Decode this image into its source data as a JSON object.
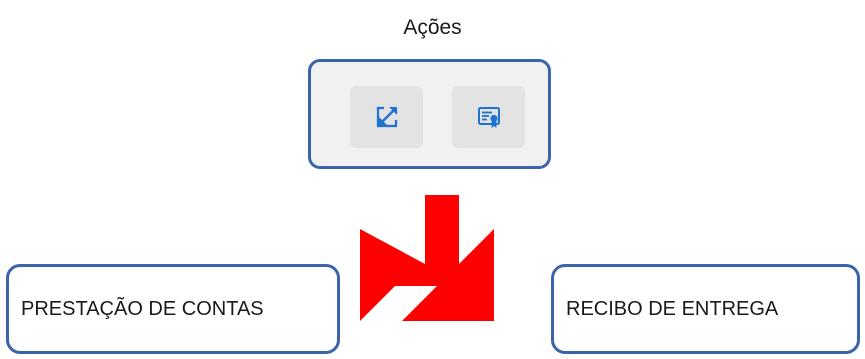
{
  "header": {
    "title": "Ações"
  },
  "actions": [
    {
      "icon": "expand-arrows-icon"
    },
    {
      "icon": "certificate-icon"
    }
  ],
  "labels": {
    "left": "PRESTAÇÃO DE CONTAS",
    "right": "RECIBO DE ENTREGA"
  },
  "colors": {
    "panel_border": "#3c64aa",
    "icon_blue": "#1e73d2",
    "arrow_red": "#ff0000"
  }
}
